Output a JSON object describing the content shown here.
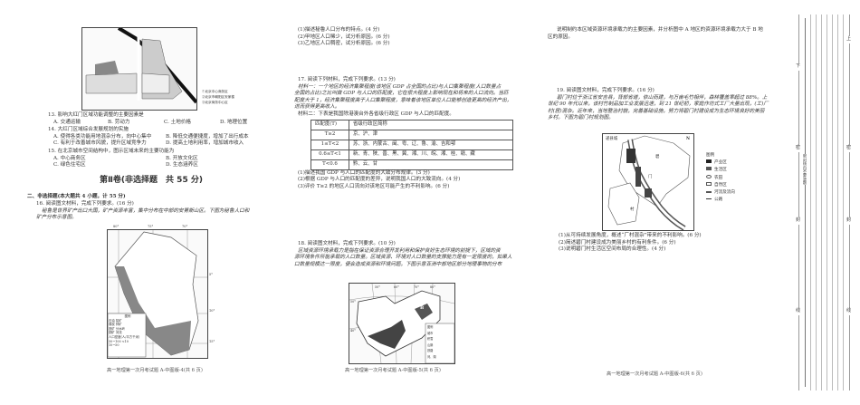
{
  "page4": {
    "fig1_notes": [
      "①北京中心商务区",
      "②北京市朝阳区安家楼",
      "③北京商务中心区"
    ],
    "q13": {
      "stem": "13. 影响大红门区域功能调整的主要因素是",
      "options": [
        "A. 交通运输",
        "B. 劳动力",
        "C. 土地价格",
        "D. 地理位置"
      ]
    },
    "q14": {
      "stem": "14. 大红门区域综合发展规划的实施",
      "options": [
        "A. 使得各类功能用地混杂分布，向中心集中",
        "B. 降低交通便捷度，增加了出行成本",
        "C. 有利于改善城市风貌，提升区域竞争力",
        "D. 提高土地利用率，增加城市收入"
      ]
    },
    "q15": {
      "stem": "15. 在北京城市空间结构中，图示区域未来的主要功能为",
      "options": [
        "A. 中心商务区",
        "B. 开放文化区",
        "C. 绿色住宅区",
        "D. 生态涵养区"
      ]
    },
    "section_title": "第Ⅱ卷(非选择题　共 55 分)",
    "section_sub": "二、非选择题(本大题共 4 小题，计 55 分)",
    "q16": {
      "stem": "16. 阅读图文材料，完成下列要求。(16 分)",
      "material": [
        "秘鲁是世界矿产出口大国，矿产资源丰富，集中分布在中部的安第斯山区。下图为秘鲁人口和",
        "矿产分布示意图。"
      ]
    },
    "map_lon": [
      "80°",
      "75°",
      "70°"
    ],
    "map_lat": [
      "5°",
      "10°",
      "15°"
    ],
    "map_legend": {
      "title": "图例",
      "items": [
        "石油",
        "铅矿",
        "煤炭",
        "锌矿",
        "铁矿",
        "分水岭",
        "铜矿",
        "河流"
      ],
      "density_title": "人口密度(人/平方千米)",
      "density": [
        "50~100",
        "<10",
        "10~50"
      ]
    },
    "footer": "高一地理第一次月考试题 A-中图版-4(共 6 页)"
  },
  "page5": {
    "q16_sub": [
      "(1)描述秘鲁人口分布的特点。(4 分)",
      "(2)甲地区人口稀少，试分析原因。(6 分)",
      "(3)乙地区人口稠密，试分析原因。(6 分)"
    ],
    "q17": {
      "stem": "17. 阅读下列材料，完成下列要求。(13 分)",
      "m1": [
        "材料一：一个地区的经济集聚程度(该地区 GDP 占全国的占比)与人口集聚程度(人口数量占",
        "全国的占比)之比叫做 GDP 与人口的匹配度，它在很大程度上影响现在和将来的人口流向。当匹",
        "配度大于 1，经济集聚程度高于人口集聚程度，意味着该地区单位人口能够创造更高的经济产出，",
        "进而获得更高收入。"
      ],
      "m2": "材料二：下表是我国除港澳台外各省级行政区 GDP 与人口的匹配度。",
      "table": {
        "headers": [
          "匹配度(T)",
          "省级行政区简称"
        ],
        "rows": [
          [
            "T≥2",
            "京、沪、津"
          ],
          [
            "1≤T<2",
            "苏、浙、内蒙古、闽、粤、辽、鲁、渝、吉和鄂"
          ],
          [
            "0.6≤T<1",
            "新、青、陕、晋、黑、冀、湘、川、皖、湘、桂、赣、藏"
          ],
          [
            "T<0.6",
            "黔、云、甘"
          ]
        ]
      },
      "sub": [
        "(1)描述我国 GDP 与人口的匹配度的大致分布规律。(3 分)",
        "(2)根据 GDP 与人口的匹配度的差异，说明我国人口的大致流向。(4 分)",
        "(3)评价 T≥2 的地区人口流向对该地区可能产生的不利影响。(6 分)"
      ]
    },
    "q18": {
      "stem": "18. 阅读图文材料，完成下列要求。(10 分)",
      "material": [
        "区域资源环境承载力是指在保证资源合理开发利用和保护良好生态环境的前提下，区域的资",
        "源环境条件所能承载的人口数量。区域资源、环境对人口数量的支撑能力是有一定限度的，如果人",
        "口数量规模达一限度，便会造成资源和环境问题。下图示意亚洲中部地区部分地理事物的分布"
      ]
    },
    "map_lon": [
      "50°",
      "60°",
      "70°",
      "80°"
    ],
    "map_lat": [
      "50°",
      "40°"
    ],
    "map_labels": [
      "A",
      "B"
    ],
    "map_legend": {
      "title": "图例",
      "items": [
        "城市",
        "积雪",
        "山脉",
        "铁路",
        "河、湖"
      ]
    },
    "footer": "高一地理第一次月考试题 A-中图版-5(共 6 页)"
  },
  "page6": {
    "q18_cont": [
      "说明制约本区域资源环境承载力的主要因素，并分析图中 A 地区的资源环境承载力大于 B 地",
      "区的原因。"
    ],
    "q19": {
      "stem": "19. 阅读图文材料，完成下列要求。(16 分)",
      "material": [
        "碧门村位于浙江省安吉县，背部省道，依山而建，与万亩毛竹相伴，森林覆盖率超过 88%。上",
        "世纪 90 年代以来，该村竹制品加工业发展迅速，到 21 世纪初，家庭作坊式工厂大量出现，(工)厂",
        "村(居)混杂。近年来，当地整治村貌，完善基础设施，努力将碧门村建设成为生态环境良好的美丽",
        "乡村。下图为碧门村规划图。"
      ],
      "map_labels": [
        "递县城",
        "碧",
        "门",
        "村",
        "N"
      ],
      "legend": {
        "title": "图例",
        "items": [
          "产业区",
          "生活区",
          "农田",
          "自然区",
          "河流及流向",
          "公路"
        ]
      },
      "sub": [
        "(1)从可持续发展角度，概述“厂村混杂”带来的不利影响。(6 分)",
        "(2)简述碧门村建设成为美丽乡村的有利条件。(6 分)",
        "(3)说明碧门村生活区空间布局的合理性。(4 分)"
      ]
    },
    "footer": "高一地理第一次月考试题 A-中图版-6(共 6 页)"
  },
  "binding": {
    "outer": [
      "下",
      "密",
      "封",
      "线"
    ],
    "inner": [
      "上",
      "密",
      "封",
      "线"
    ],
    "notice": "密封线内不要答题"
  }
}
